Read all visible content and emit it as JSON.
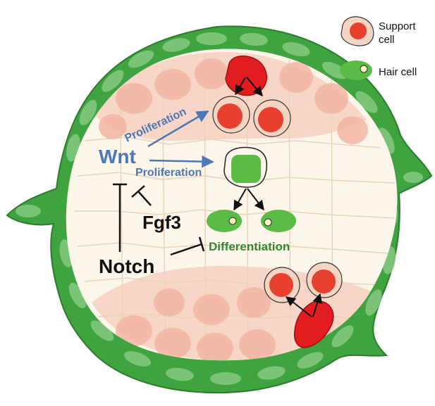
{
  "legend": {
    "support_cell_label_line1": "Support",
    "support_cell_label_line2": "cell",
    "hair_cell_label": "Hair cell"
  },
  "labels": {
    "wnt": "Wnt",
    "proliferation_upper": "Proliferation",
    "proliferation_lower": "Proliferation",
    "fgf3": "Fgf3",
    "notch": "Notch",
    "differentiation": "Differentiation"
  },
  "colors": {
    "epithelium_green": "#3fa33f",
    "hair_cell_green": "#5bbb47",
    "support_cell_red": "#e8402e",
    "support_cell_halo": "#f6d4c4",
    "proliferating_support_red": "#e21d1f",
    "wnt_blue": "#4a78b8",
    "differentiation_green": "#2e8b2e"
  }
}
